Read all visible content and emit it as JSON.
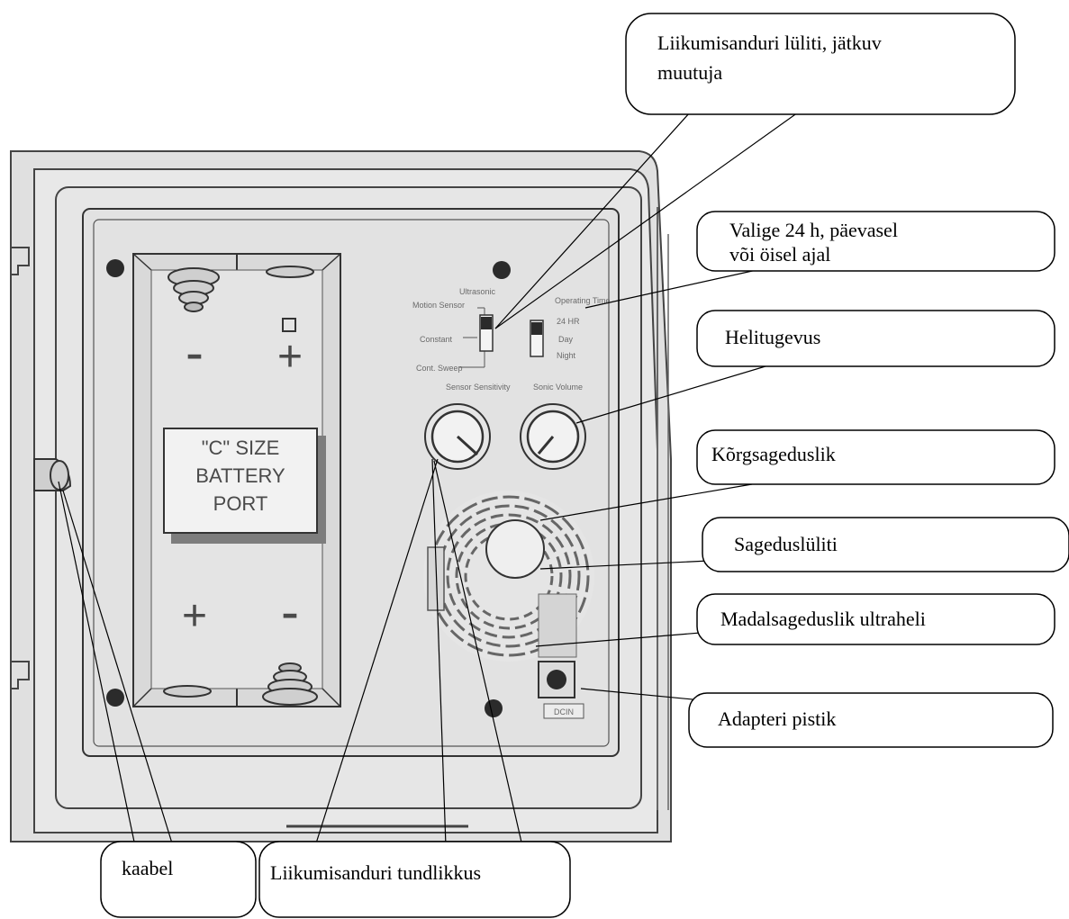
{
  "callouts": {
    "motion_sensor_switch": "Liikumisanduri lüliti, jätkuv muutuja",
    "operating_time": "Valige 24 h, päevasel või öisel ajal",
    "volume": "Helitugevus",
    "high_frequency": "Kõrgsageduslik",
    "frequency_switch": "Sageduslüliti",
    "low_frequency": "Madalsageduslik ultraheli",
    "adapter_jack": "Adapteri pistik",
    "cable": "kaabel",
    "sensitivity": "Liikumisanduri tundlikkus"
  },
  "device": {
    "battery_label_line1": "\"C\" SIZE",
    "battery_label_line2": "BATTERY",
    "battery_label_line3": "PORT",
    "minus": "-",
    "plus": "+",
    "mode_ultrasonic": "Ultrasonic",
    "mode_motion_sensor": "Motion Sensor",
    "mode_constant": "Constant",
    "mode_cont_sweep": "Cont. Sweep",
    "operating_time_label": "Operating Time",
    "time_24hr": "24 HR",
    "time_day": "Day",
    "time_night": "Night",
    "sensor_sensitivity_label": "Sensor Sensitivity",
    "sonic_volume_label": "Sonic Volume",
    "dcin_label": "DCIN"
  },
  "colors": {
    "panel_gray": "#e3e3e3",
    "panel_light": "#ededed",
    "battery_bay": "#d9d9d9",
    "line_dark": "#333333",
    "screw": "#2b2b2b"
  }
}
